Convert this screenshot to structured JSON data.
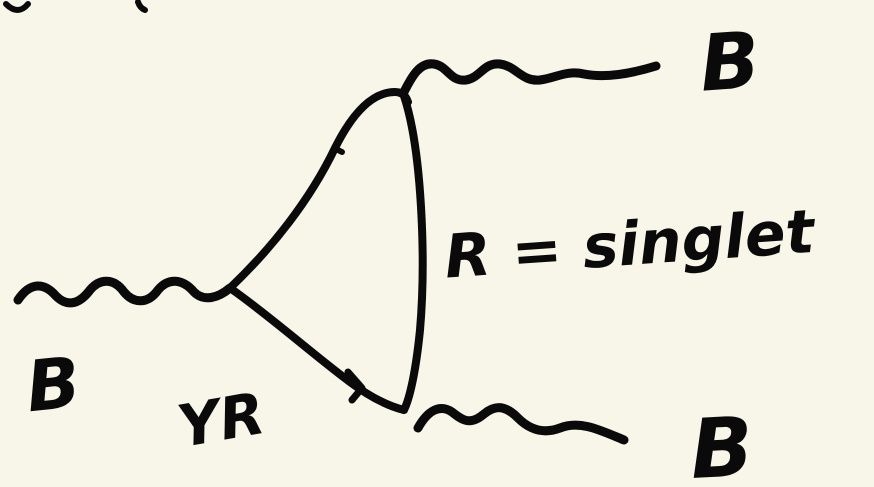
{
  "diagram": {
    "labels": {
      "boson_top_right": "B",
      "boson_bottom_right": "B",
      "boson_left": "B",
      "vertex_coupling": "YR",
      "loop_annotation": "R = singlet"
    },
    "colors": {
      "background": "#f8f5e9",
      "ink": "#0a0a0a"
    }
  }
}
